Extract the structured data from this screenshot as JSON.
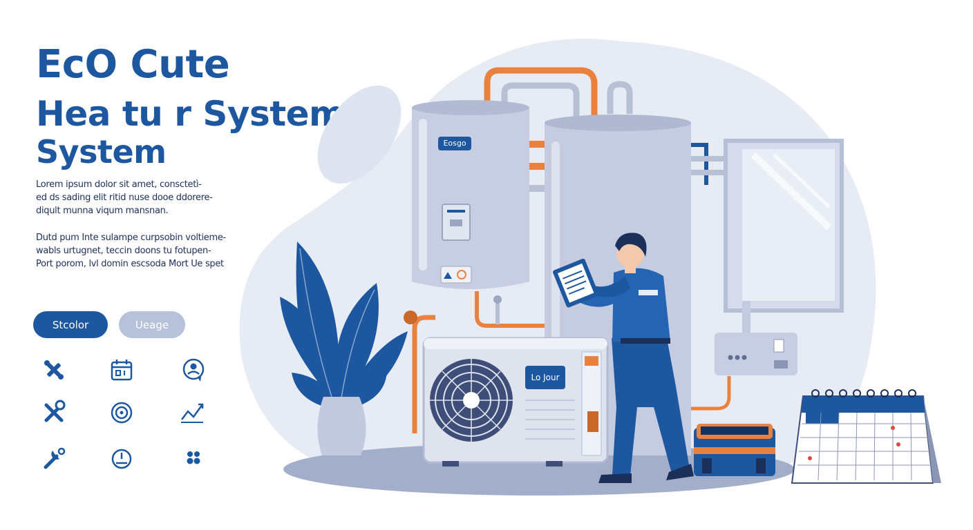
{
  "title": {
    "line1": "EcO Cute",
    "line2": "Hea tu r System",
    "line3": "System"
  },
  "paragraph1": [
    "Lorem ipsum dolor sit amet, consctetì-",
    "ed ds sading elit ritid nuse dooe ddorere-",
    "diqult munna viqum mansnan."
  ],
  "paragraph2": [
    "Dutd pum Inte sulampe curpsobin voltieme-",
    "wabls urtugnet, teccin doons tu fotupen-",
    "Port porom, lvl domin escsoda Mort Ue spet"
  ],
  "buttons": {
    "primary": "Stcolor",
    "secondary": "Ueage"
  },
  "tank_label": "Eosgo",
  "unit_label": "Lo Jour",
  "colors": {
    "brand_blue": "#1d57a0",
    "light_blue_gray": "#b7c1d9",
    "pipe_orange": "#e8823e",
    "background_blob": "#e7ebf4"
  },
  "icons": [
    "tools-cross-icon",
    "calendar-icon",
    "user-support-icon",
    "wrench-icon",
    "target-icon",
    "line-chart-icon",
    "service-tools-icon",
    "timer-icon",
    "dots-icon"
  ]
}
